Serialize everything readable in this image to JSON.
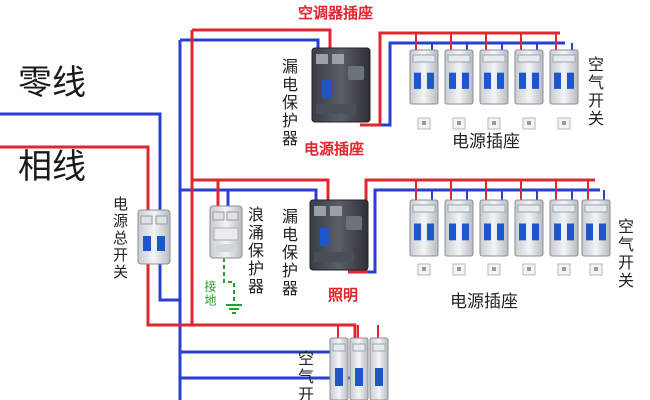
{
  "labels": {
    "neutral_line": "零线",
    "phase_line": "相线",
    "main_switch": "电源总开关",
    "surge_protector": "浪涌保护器",
    "ground": "接地",
    "rcd_top": "漏电保护器",
    "rcd_mid": "漏电保护器",
    "ac_socket_title": "空调器插座",
    "outlet_top_red": "电源插座",
    "outlet_top": "电源插座",
    "outlet_bottom": "电源插座",
    "lighting": "照明",
    "air_switch_top": "空气开关",
    "air_switch_mid": "空气开关",
    "air_switch_bottom": "空气开"
  },
  "colors": {
    "phase_wire": "#e0262e",
    "neutral_wire": "#2a3fd0",
    "ground_wire": "#22a030",
    "label_red": "#e0262e"
  }
}
